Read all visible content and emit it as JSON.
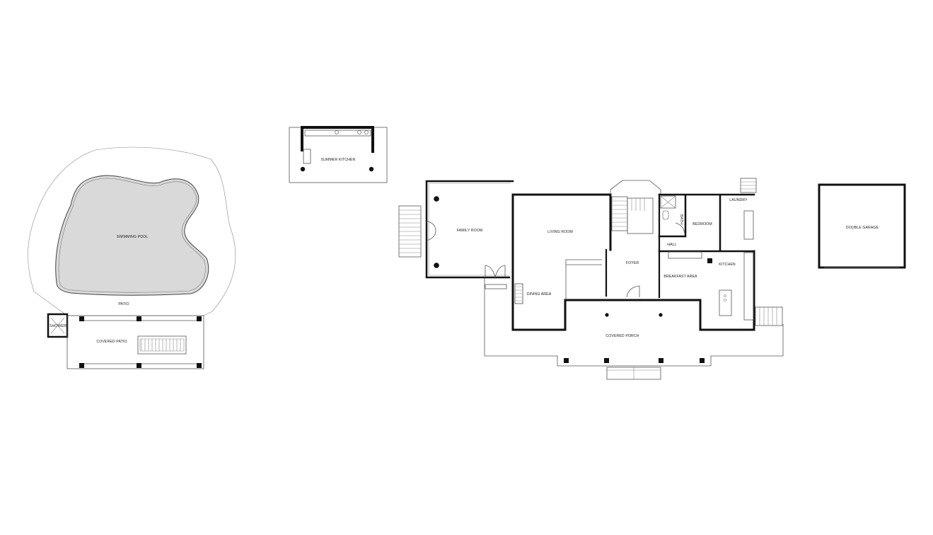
{
  "rooms": {
    "swimming_pool": "SWIMMING POOL",
    "patio": "PATIO",
    "shower": "SHOWER",
    "covered_patio": "COVERED PATIO",
    "summer_kitchen": "SUMMER KITCHEN",
    "family_room": "FAMILY ROOM",
    "living_room": "LIVING ROOM",
    "dining_area": "DINING AREA",
    "foyer": "FOYER",
    "bath": "BATH",
    "bedroom": "BEDROOM",
    "laundry": "LAUNDRY",
    "hall": "HALL",
    "breakfast_area": "BREAKFAST AREA",
    "kitchen": "KITCHEN",
    "covered_porch": "COVERED PORCH",
    "double_garage": "DOUBLE GARAGE"
  }
}
